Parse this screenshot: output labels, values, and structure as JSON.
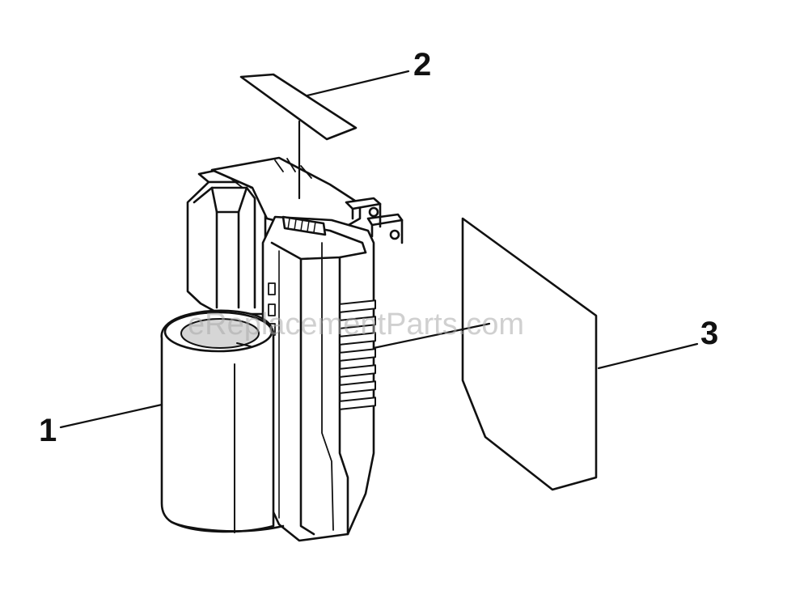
{
  "diagram": {
    "callouts": [
      {
        "number": "1"
      },
      {
        "number": "2"
      },
      {
        "number": "3"
      }
    ],
    "watermark": "eReplacementParts.com"
  },
  "colors": {
    "line": "#111111",
    "fill": "#ffffff",
    "cup_fill": "#d6d6d6",
    "watermark": "#aaaaaa"
  }
}
